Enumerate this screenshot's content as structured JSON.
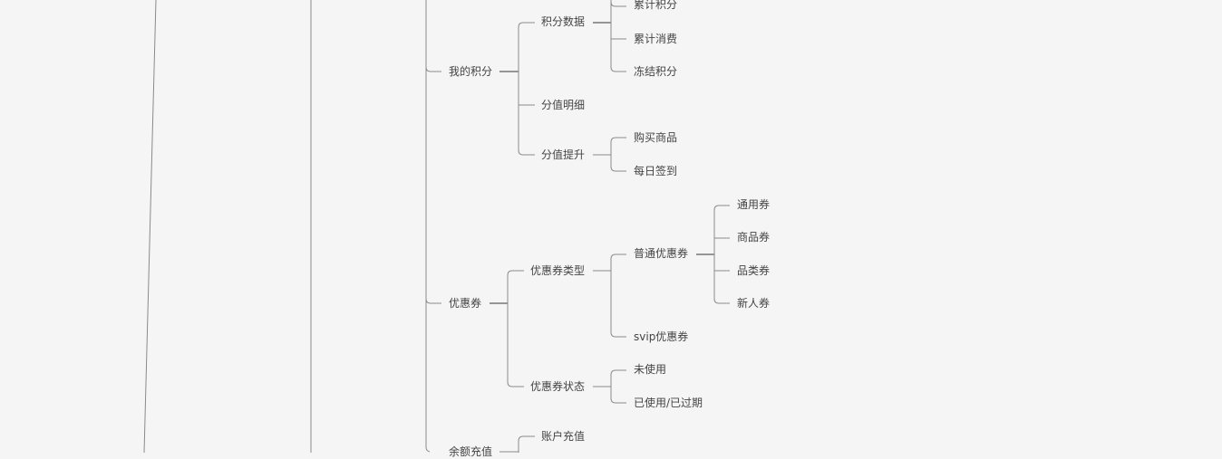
{
  "nodes": {
    "my_points": "我的积分",
    "points_data": "积分数据",
    "cumulative_points": "累计积分",
    "cumulative_spend": "累计消费",
    "frozen_points": "冻结积分",
    "points_detail": "分值明细",
    "points_boost": "分值提升",
    "buy_goods": "购买商品",
    "daily_checkin": "每日签到",
    "coupons": "优惠券",
    "coupon_types": "优惠券类型",
    "normal_coupon": "普通优惠券",
    "general_coupon": "通用券",
    "goods_coupon": "商品券",
    "category_coupon": "品类券",
    "newcomer_coupon": "新人券",
    "svip_coupon": "svip优惠券",
    "coupon_status": "优惠券状态",
    "unused": "未使用",
    "used_expired": "已使用/已过期",
    "balance_recharge": "余额充值",
    "account_recharge": "账户充值"
  }
}
